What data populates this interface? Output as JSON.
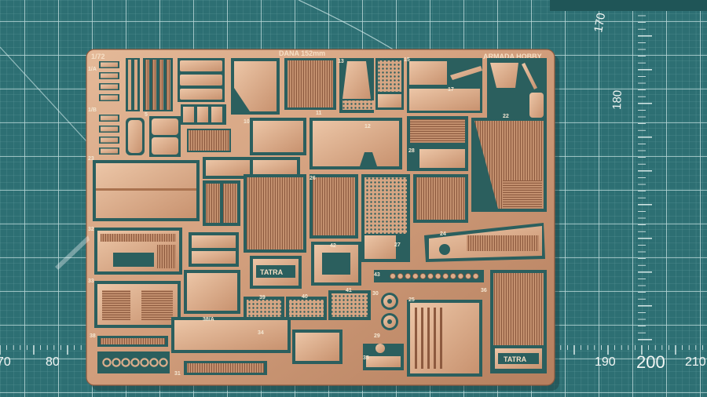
{
  "sheet": {
    "scale_label": "1/72",
    "product_title": "DANA 152mm",
    "brand": "ARMADA HOBBY",
    "decal_tatra": "TATRA"
  },
  "mat": {
    "bottom_scale": [
      "70",
      "80",
      "190",
      "200",
      "210"
    ],
    "side_scale": [
      "170",
      "180"
    ]
  },
  "part_numbers": {
    "n1a": "1/A",
    "n1b": "1/B",
    "n5": "5",
    "n10": "10",
    "n11": "11",
    "n12": "12",
    "n13": "13",
    "n15": "15",
    "n17": "17",
    "n22": "22",
    "n23": "23",
    "n24": "24",
    "n25": "25",
    "n26": "26",
    "n27": "27",
    "n28": "28",
    "n29": "29",
    "n30": "30",
    "n31": "31",
    "n32": "32",
    "n33": "33",
    "n34": "34",
    "n35": "35",
    "n36": "36",
    "n38": "38",
    "n38a": "38/A",
    "n39": "39",
    "n40": "40",
    "n41": "41",
    "n42": "42",
    "n43": "43"
  },
  "colors": {
    "mat": "#2d6f73",
    "grid": "#bfe0df",
    "brass_light": "#dcae8c",
    "brass_dark": "#a66f4d",
    "gap": "#2b5f5e"
  }
}
